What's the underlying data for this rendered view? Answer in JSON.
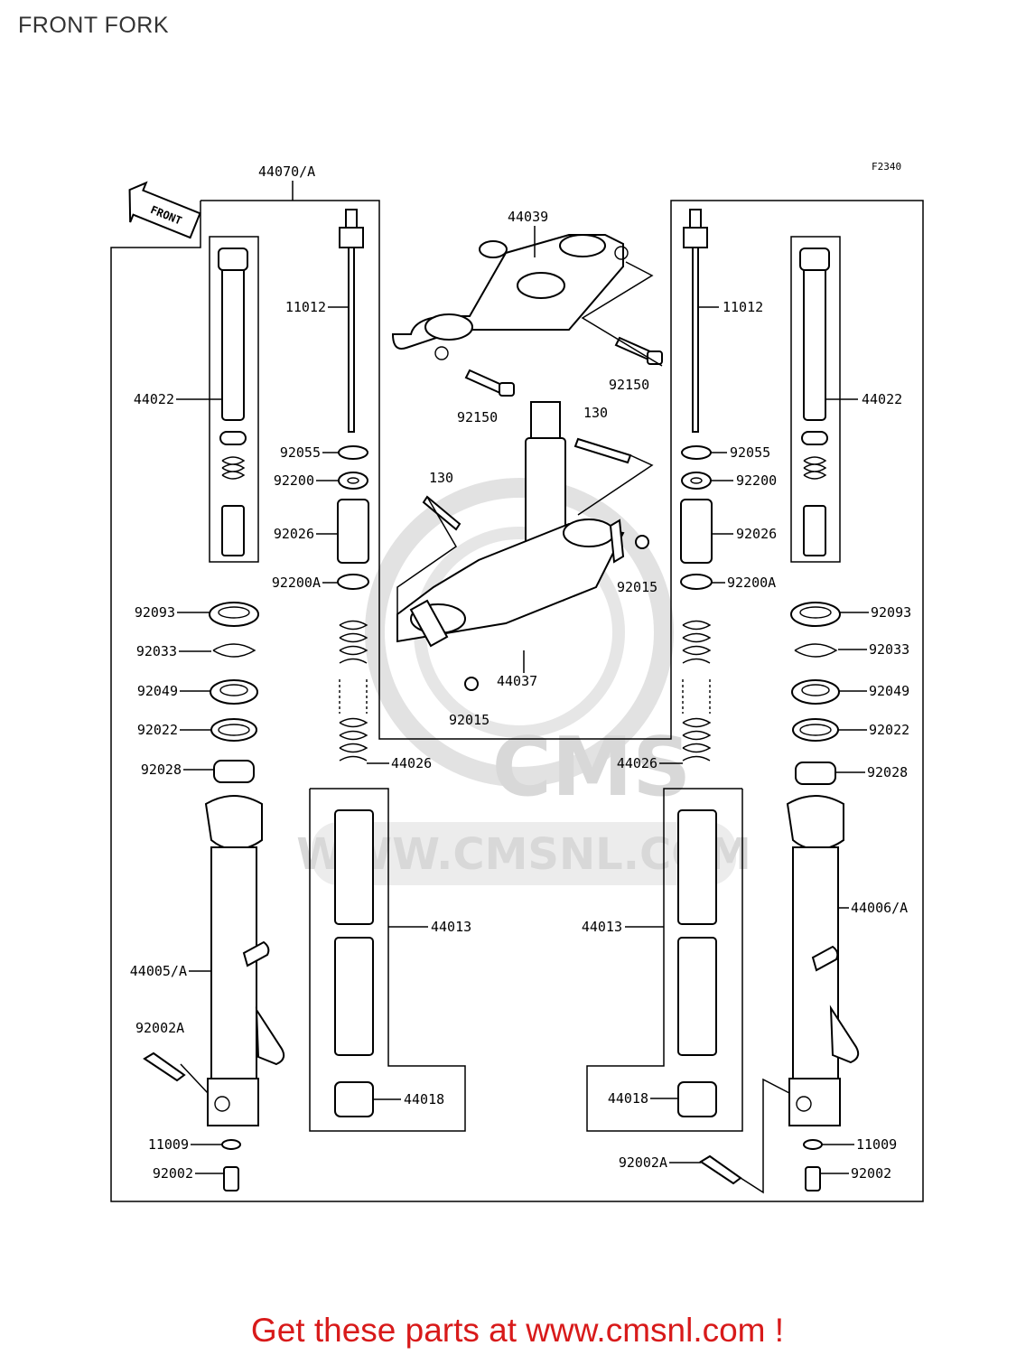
{
  "page": {
    "title": "FRONT FORK",
    "footer": "Get these parts at www.cmsnl.com !"
  },
  "diagram": {
    "figure_code": "F2340",
    "front_arrow": "FRONT",
    "watermark": "WWW.CMSNL.COM",
    "labels": {
      "l44070A": "44070/A",
      "l44039": "44039",
      "l11012L": "11012",
      "l11012R": "11012",
      "l44022L": "44022",
      "l44022R": "44022",
      "l92150a": "92150",
      "l92150b": "92150",
      "l130a": "130",
      "l130b": "130",
      "l92055L": "92055",
      "l92055R": "92055",
      "l92200L": "92200",
      "l92200R": "92200",
      "l92026L": "92026",
      "l92026R": "92026",
      "l92200AL": "92200A",
      "l92200AR": "92200A",
      "l92015a": "92015",
      "l92015b": "92015",
      "l44037": "44037",
      "l92093L": "92093",
      "l92093R": "92093",
      "l92033L": "92033",
      "l92033R": "92033",
      "l92049L": "92049",
      "l92049R": "92049",
      "l92022L": "92022",
      "l92022R": "92022",
      "l92028L": "92028",
      "l92028R": "92028",
      "l44026L": "44026",
      "l44026R": "44026",
      "l44013L": "44013",
      "l44013R": "44013",
      "l44005A": "44005/A",
      "l44006A": "44006/A",
      "l92002AL": "92002A",
      "l92002AR": "92002A",
      "l44018L": "44018",
      "l44018R": "44018",
      "l11009L": "11009",
      "l11009R": "11009",
      "l92002L": "92002",
      "l92002R": "92002"
    }
  }
}
